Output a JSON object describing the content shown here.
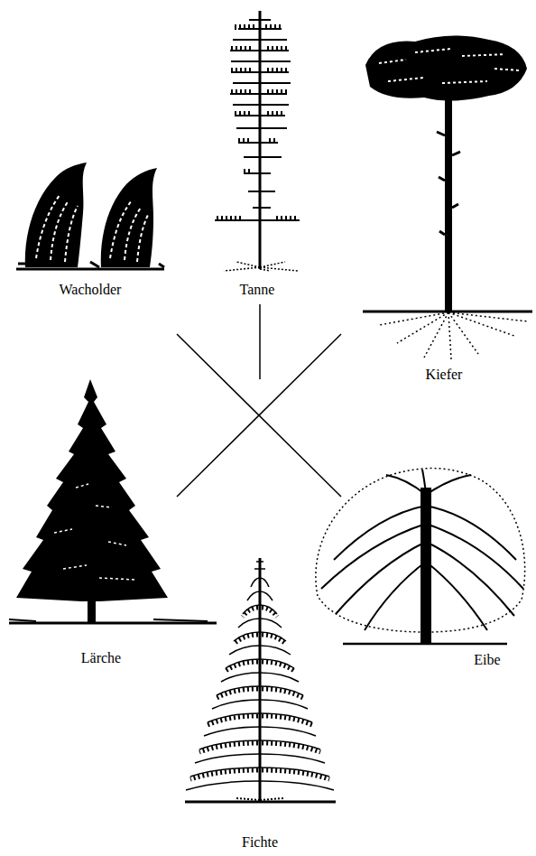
{
  "diagram": {
    "labels": [
      "Wacholder",
      "Tanne",
      "Kiefer",
      "Lärche",
      "Eibe",
      "Fichte"
    ]
  }
}
